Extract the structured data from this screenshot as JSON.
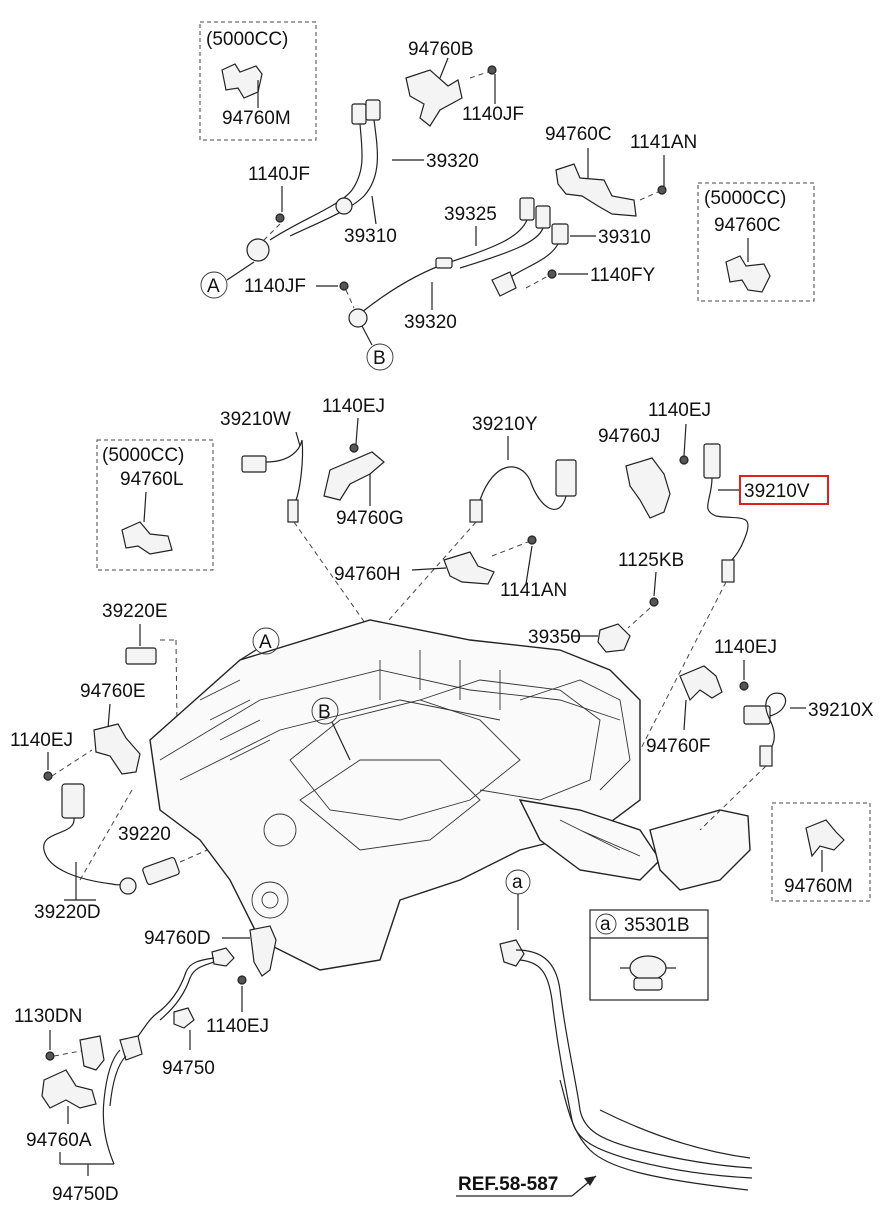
{
  "labels": {
    "v5000_a": "(5000CC)",
    "p94760M_top": "94760M",
    "p94760B": "94760B",
    "p1140JF_a": "1140JF",
    "p39320_a": "39320",
    "p94760C": "94760C",
    "p1141AN_top": "1141AN",
    "p1140JF_b": "1140JF",
    "p39310_a": "39310",
    "p39325": "39325",
    "p39310_b": "39310",
    "v5000_b": "(5000CC)",
    "p94760C_box": "94760C",
    "callout_A_top": "A",
    "p1140JF_c": "1140JF",
    "p1140FY": "1140FY",
    "p39320_b": "39320",
    "callout_B_top": "B",
    "p39210W": "39210W",
    "p1140EJ_a": "1140EJ",
    "p39210Y": "39210Y",
    "p1140EJ_b": "1140EJ",
    "p94760J": "94760J",
    "p39210V": "39210V",
    "v5000_c": "(5000CC)",
    "p94760L": "94760L",
    "p94760G": "94760G",
    "p94760H": "94760H",
    "p1141AN_mid": "1141AN",
    "p1125KB": "1125KB",
    "p39220E": "39220E",
    "p39350": "39350",
    "callout_A_eng": "A",
    "p1140EJ_c": "1140EJ",
    "p94760E": "94760E",
    "callout_B_eng": "B",
    "p39210X": "39210X",
    "p1140EJ_d": "1140EJ",
    "p94760F": "94760F",
    "p39220": "39220",
    "p94760M_box": "94760M",
    "p39220D": "39220D",
    "callout_a_eng": "a",
    "callout_a_box": "a",
    "p35301B": "35301B",
    "p94760D": "94760D",
    "p1130DN": "1130DN",
    "p1140EJ_e": "1140EJ",
    "p94750": "94750",
    "p94760A": "94760A",
    "p94750D": "94750D",
    "ref": "REF.58-587"
  },
  "highlight_part": "39210V",
  "colors": {
    "highlight": "#e02020",
    "line": "#222222"
  }
}
